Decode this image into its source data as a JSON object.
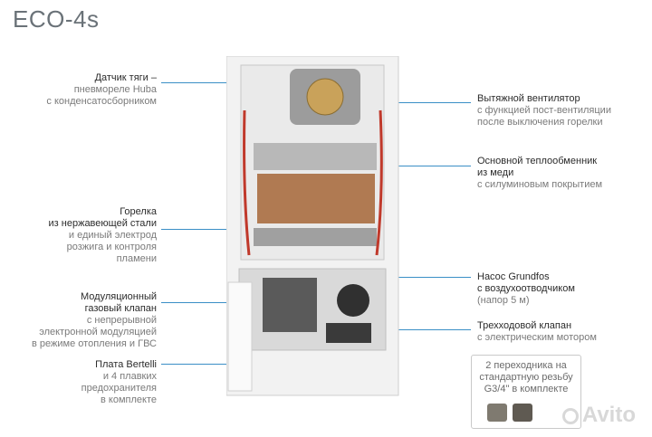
{
  "title": "ECO-4s",
  "left_callouts": [
    {
      "strong": [
        "Датчик тяги –"
      ],
      "sub": [
        "пневмореле Huba",
        "с конденсатосборником"
      ]
    },
    {
      "strong": [
        "Горелка",
        "из нержавеющей стали"
      ],
      "sub": [
        "и единый электрод",
        "розжига и контроля",
        "пламени"
      ]
    },
    {
      "strong": [
        "Модуляционный",
        "газовый клапан"
      ],
      "sub": [
        "с непрерывной",
        "электронной модуляцией",
        "в режиме отопления и ГВС"
      ]
    },
    {
      "strong": [
        "Плата Bertelli"
      ],
      "sub": [
        "и 4 плавких",
        "предохранителя",
        "в комплекте"
      ]
    }
  ],
  "right_callouts": [
    {
      "strong": [
        "Вытяжной вентилятор"
      ],
      "sub": [
        "с функцией пост-вентиляции",
        "после выключения горелки"
      ]
    },
    {
      "strong": [
        "Основной теплообменник",
        "из меди"
      ],
      "sub": [
        "с силуминовым покрытием"
      ]
    },
    {
      "strong": [
        "Насос Grundfos",
        "с воздухоотводчиком"
      ],
      "sub": [
        "(напор 5 м)"
      ]
    },
    {
      "strong": [
        "Трехходовой клапан"
      ],
      "sub": [
        "с электрическим мотором"
      ]
    }
  ],
  "adapter_note": "2 переходника на стандартную резьбу G3/4\" в комплекте",
  "watermark": "Avito",
  "colors": {
    "line": "#3a8fc6",
    "title": "#6a7278"
  }
}
